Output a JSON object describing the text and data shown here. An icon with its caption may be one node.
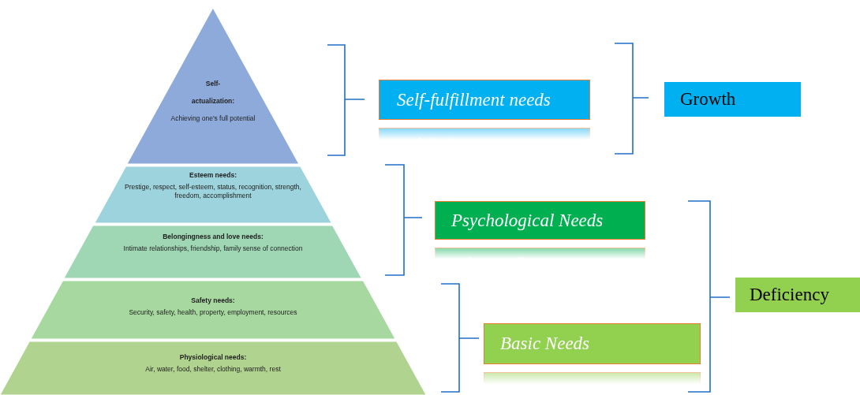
{
  "diagram": {
    "nodes": [
      {
        "text": [
          "Self- actualization:",
          "Achieving one's full potential"
        ]
      },
      {
        "text": [
          "Esteem needs:",
          "Prestige, respect, self-esteem, status, recognition, strength, freedom, accomplishment"
        ]
      },
      {
        "text": [
          "Belongingness and love needs:",
          "Intimate relationships, friendship, family sense of connection"
        ]
      },
      {
        "text": [
          "Safety needs:",
          "Security, safety, health, property, employment, resources"
        ]
      },
      {
        "text": [
          "Physiological needs:",
          "Air, water, food, shelter, clothing, warmth, rest"
        ]
      },
      {
        "text": [
          "Self-fulfillment needs"
        ]
      },
      {
        "text": [
          "Psychological Needs"
        ]
      },
      {
        "text": [
          "Basic Needs"
        ]
      },
      {
        "text": [
          "Growth"
        ]
      },
      {
        "text": [
          "Deficiency"
        ]
      }
    ]
  }
}
